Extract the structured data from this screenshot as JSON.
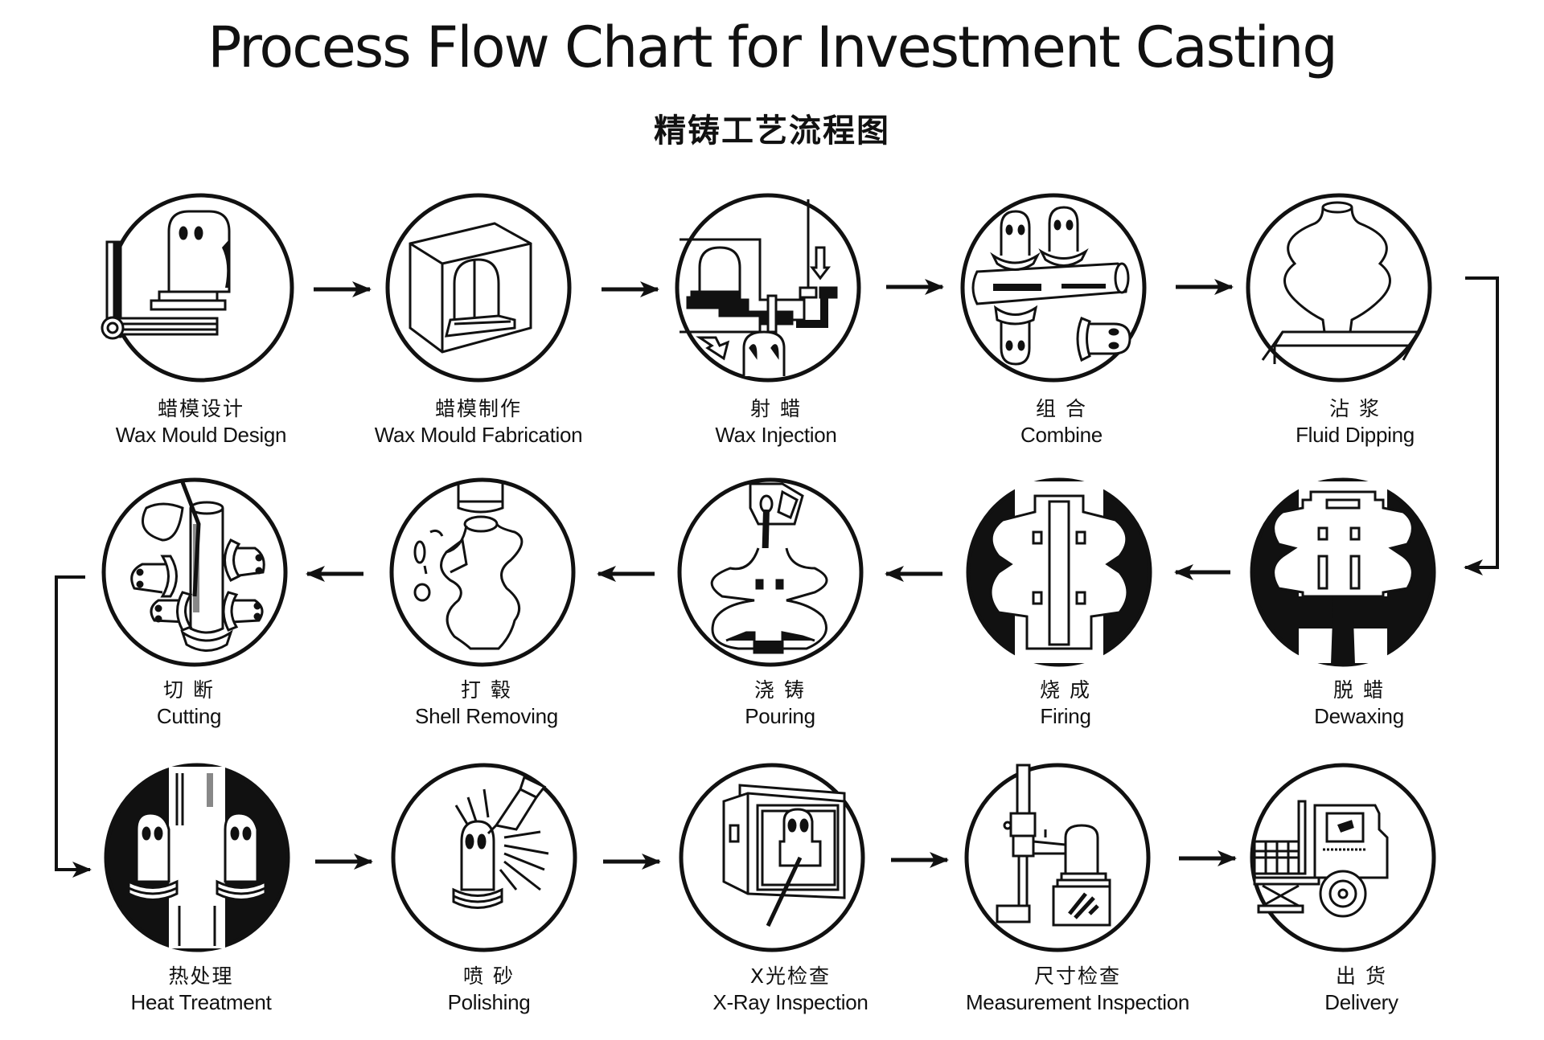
{
  "title": "Process Flow Chart for Investment Casting",
  "subtitle": "精铸工艺流程图",
  "steps": [
    {
      "order": 1,
      "cn": "蜡模设计",
      "en": "Wax Mould Design",
      "icon": "wax-mould-design-icon"
    },
    {
      "order": 2,
      "cn": "蜡模制作",
      "en": "Wax Mould Fabrication",
      "icon": "wax-mould-fabrication-icon"
    },
    {
      "order": 3,
      "cn": "射 蜡",
      "en": "Wax Injection",
      "icon": "wax-injection-icon"
    },
    {
      "order": 4,
      "cn": "组 合",
      "en": "Combine",
      "icon": "combine-icon"
    },
    {
      "order": 5,
      "cn": "沾 浆",
      "en": "Fluid Dipping",
      "icon": "fluid-dipping-icon"
    },
    {
      "order": 6,
      "cn": "脱 蜡",
      "en": "Dewaxing",
      "icon": "dewaxing-icon"
    },
    {
      "order": 7,
      "cn": "烧 成",
      "en": "Firing",
      "icon": "firing-icon"
    },
    {
      "order": 8,
      "cn": "浇 铸",
      "en": "Pouring",
      "icon": "pouring-icon"
    },
    {
      "order": 9,
      "cn": "打 毂",
      "en": "Shell Removing",
      "icon": "shell-removing-icon"
    },
    {
      "order": 10,
      "cn": "切 断",
      "en": "Cutting",
      "icon": "cutting-icon"
    },
    {
      "order": 11,
      "cn": "热处理",
      "en": "Heat Treatment",
      "icon": "heat-treatment-icon"
    },
    {
      "order": 12,
      "cn": "喷 砂",
      "en": "Polishing",
      "icon": "polishing-icon"
    },
    {
      "order": 13,
      "cn": "X光检查",
      "en": "X-Ray Inspection",
      "icon": "x-ray-inspection-icon"
    },
    {
      "order": 14,
      "cn": "尺寸检查",
      "en": "Measurement Inspection",
      "icon": "measurement-inspection-icon"
    },
    {
      "order": 15,
      "cn": "出 货",
      "en": "Delivery",
      "icon": "delivery-icon"
    }
  ],
  "flow": {
    "row1": "left-to-right",
    "row2": "right-to-left",
    "row3": "left-to-right",
    "connectors": [
      "right-side: Fluid Dipping -> Dewaxing",
      "left-side: Cutting -> Heat Treatment"
    ]
  },
  "colors": {
    "ink": "#111111",
    "background": "#ffffff"
  }
}
